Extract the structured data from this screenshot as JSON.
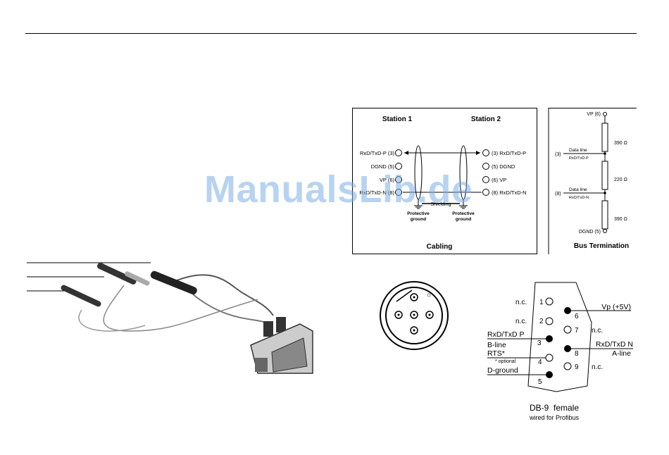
{
  "watermark": "ManualsLib.de",
  "cabling": {
    "station1": "Station 1",
    "station2": "Station 2",
    "left_pins": [
      "RxD/TxD-P (3)",
      "DGND (5)",
      "VP (6)",
      "RxD/TxD-N (8)"
    ],
    "right_pins": [
      "(3) RxD/TxD-P",
      "(5) DGND",
      "(6) VP",
      "(8) RxD/TxD-N"
    ],
    "shielding": "Shielding",
    "protective_ground": [
      "Protective",
      "ground"
    ],
    "caption": "Cabling"
  },
  "bus": {
    "vp": "VP (6)",
    "r1": "390 Ω",
    "r2": "220 Ω",
    "r3": "390 Ω",
    "pin3": "(3)",
    "pin8": "(8)",
    "dataline": "Data line",
    "line_p": "RxD/TxD-P",
    "line_n": "RxD/TxD-N",
    "dgnd": "DGND (5)",
    "caption": "Bus Termination"
  },
  "db9": {
    "pin_labels": [
      "1",
      "2",
      "3",
      "4",
      "5",
      "6",
      "7",
      "8",
      "9"
    ],
    "nc1": "n.c.",
    "nc2": "n.c.",
    "rxd_p": "RxD/TxD P",
    "b_line": "B-line",
    "rts": "RTS*",
    "optional": "* optional",
    "d_ground": "D-ground",
    "vp5": "Vp (+5V)",
    "nc7": "n.c.",
    "rxd_n": "RxD/TxD N",
    "a_line": "A-line",
    "nc9": "n.c.",
    "title": "DB-9  female",
    "subtitle": "wired for Profibus"
  }
}
